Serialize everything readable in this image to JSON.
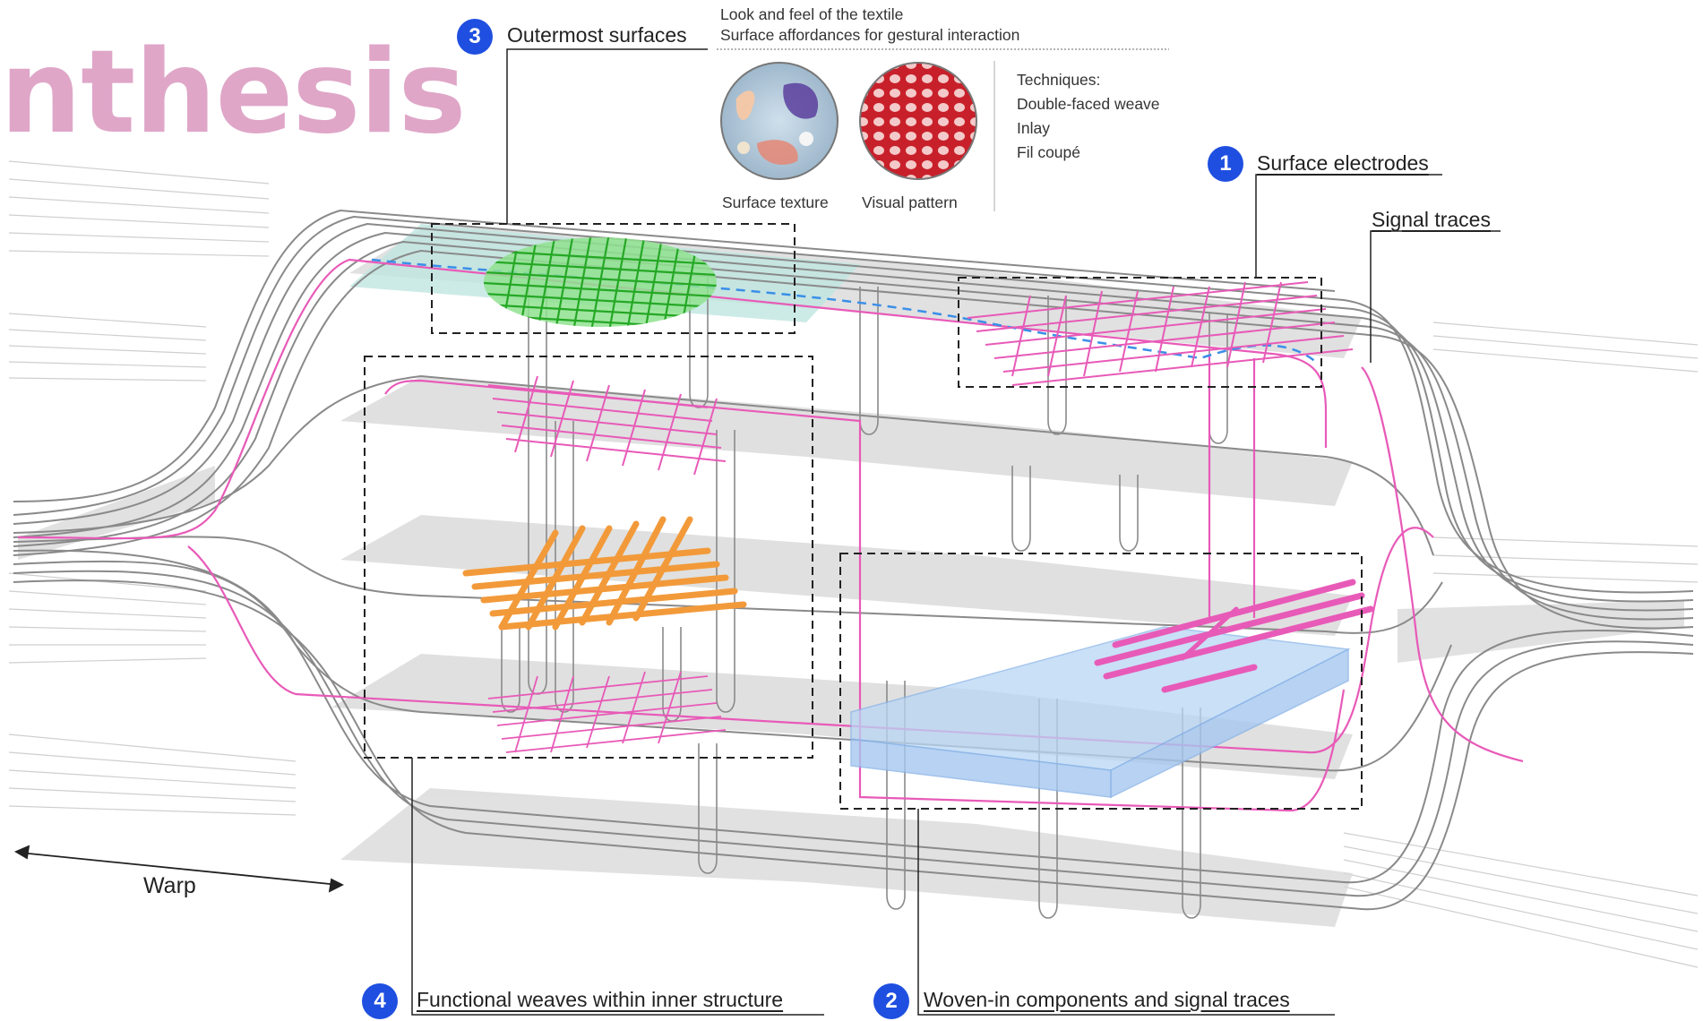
{
  "heading_fragment": "nthesis",
  "callouts": {
    "outermost": {
      "number": "3",
      "label": "Outermost surfaces"
    },
    "electrodes": {
      "number": "1",
      "label": "Surface electrodes"
    },
    "signal_traces": {
      "label": "Signal traces"
    },
    "functional": {
      "number": "4",
      "label": "Functional weaves within inner structure"
    },
    "woven_in": {
      "number": "2",
      "label": "Woven-in components and signal traces"
    }
  },
  "look_and_feel": {
    "line1": "Look and feel of the textile",
    "line2": "Surface affordances for gestural interaction"
  },
  "swatches": {
    "texture_caption": "Surface texture",
    "pattern_caption": "Visual pattern"
  },
  "techniques": {
    "title": "Techniques:",
    "items": [
      "Double-faced weave",
      "Inlay",
      "Fil coupé"
    ]
  },
  "warp_label": "Warp",
  "colors": {
    "badge": "#1f4fe0",
    "thread": "#8a8a8a",
    "conductive_trace": "#e85ab8",
    "surface_electrode": "#3cc23c",
    "functional_weave": "#f29a3a",
    "component": "#b8d6f5",
    "heading": "#dfa6c8",
    "layer": "#d9d9d9"
  }
}
